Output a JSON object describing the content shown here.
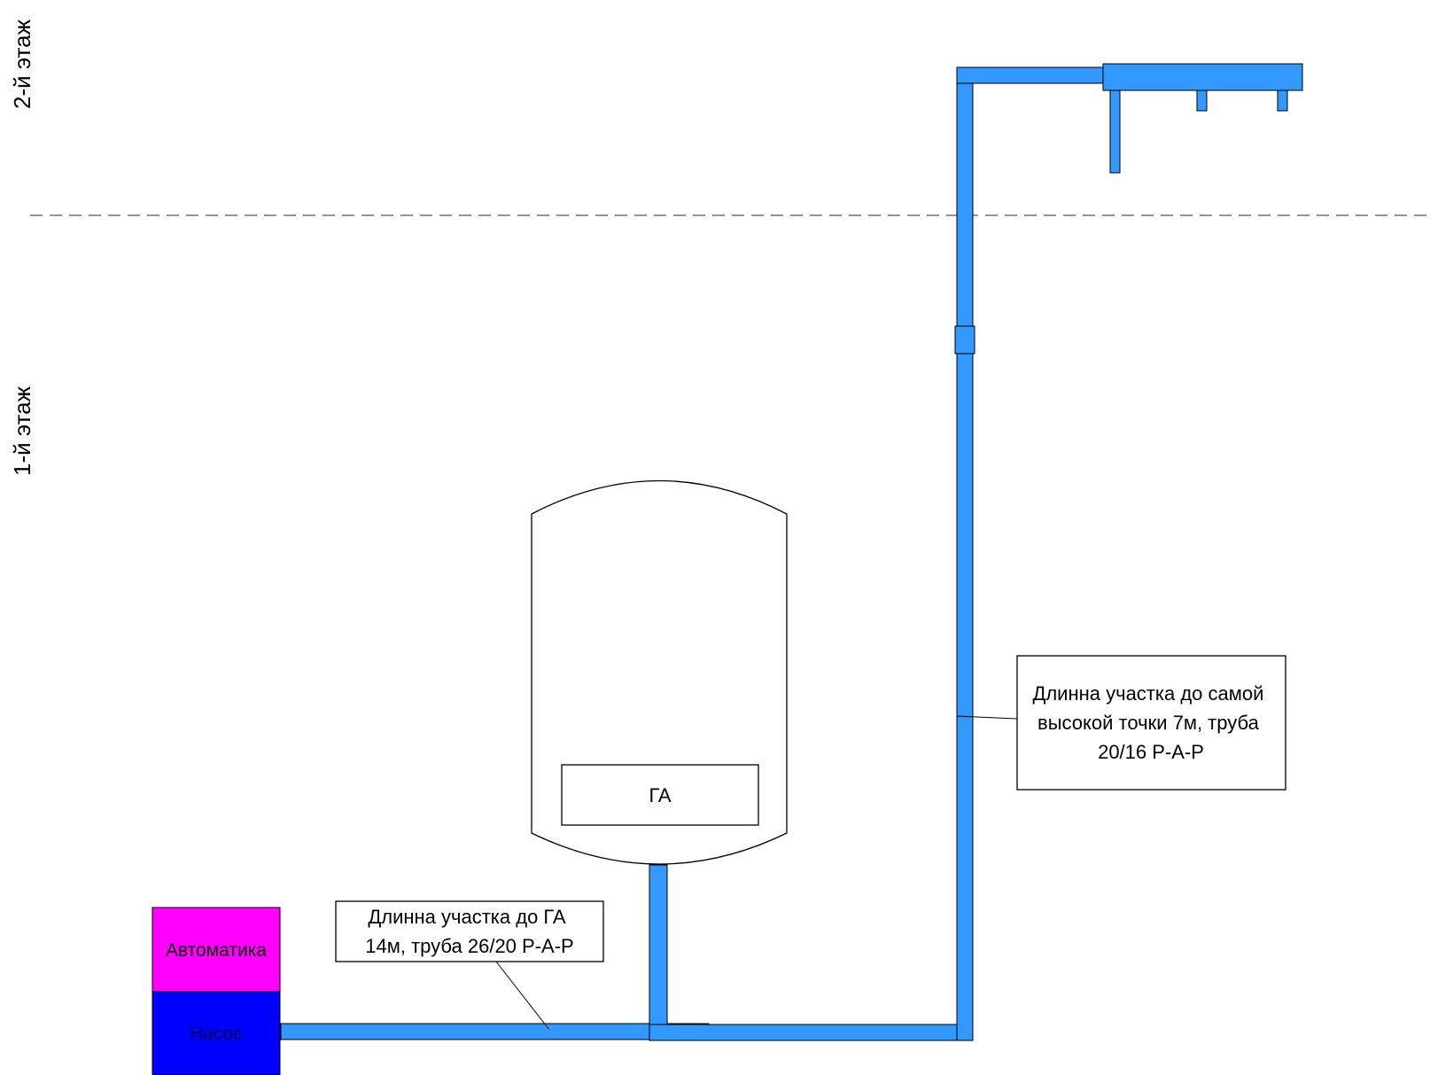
{
  "floors": {
    "upper": "2-й этаж",
    "lower": "1-й этаж"
  },
  "tank": {
    "label": "ГА"
  },
  "callouts": {
    "riser": {
      "lines": [
        "Длинна участка до самой",
        "высокой точки 7м, труба",
        "20/16 Р-А-Р"
      ]
    },
    "horizontal": {
      "lines": [
        "Длинна участка до ГА",
        "14м, труба 26/20 Р-А-Р"
      ]
    }
  },
  "blocks": {
    "automation": "Автоматика",
    "pump": "Насос"
  },
  "colors": {
    "pipe": "#3399ff",
    "automation": "#ff00ff",
    "pump": "#0000ff",
    "pump_text": "#000055",
    "outline": "#000000",
    "floor_divider": "#555555"
  }
}
